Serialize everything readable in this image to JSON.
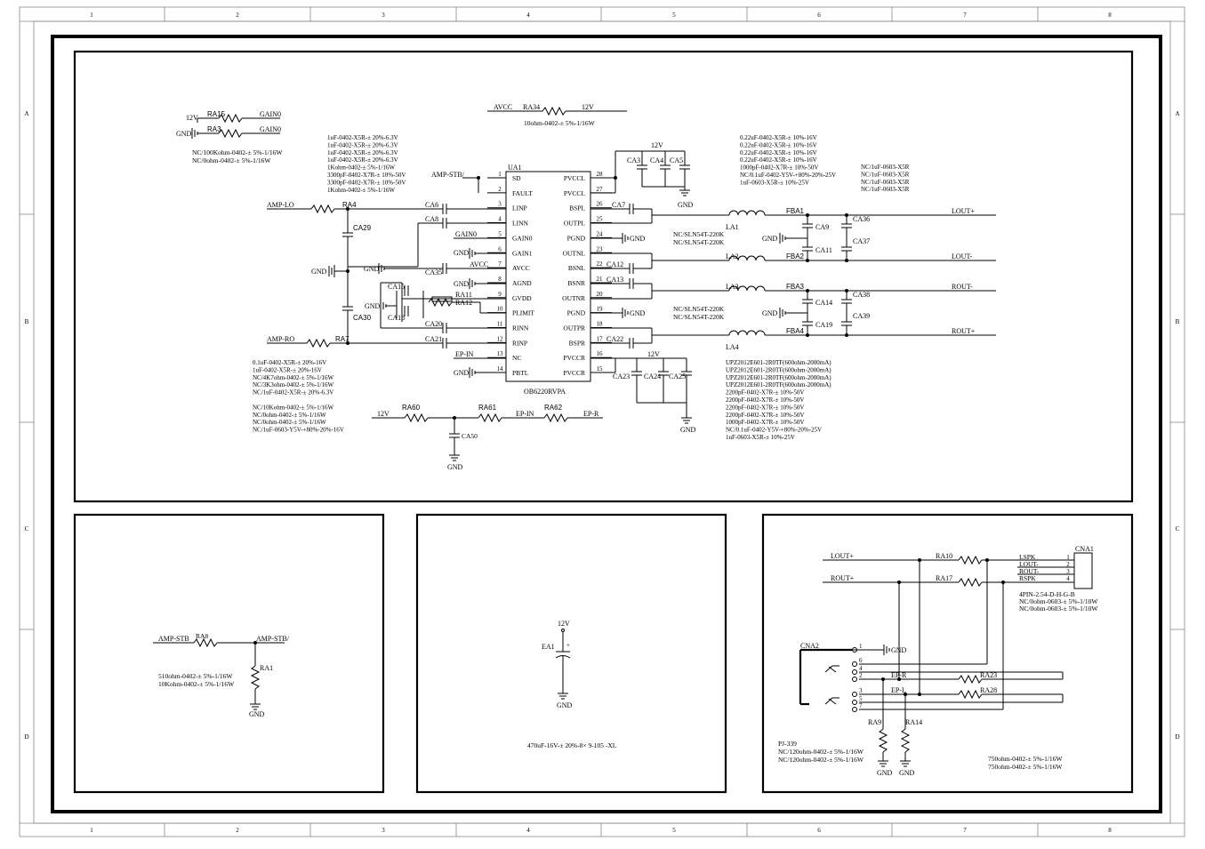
{
  "frame": {
    "columns": [
      "1",
      "2",
      "3",
      "4",
      "5",
      "6",
      "7",
      "8"
    ],
    "rows": [
      "A",
      "B",
      "C",
      "D"
    ]
  },
  "top_notes": {
    "gain_lines": [
      "12V",
      "RA15",
      "GAIN0",
      "GND",
      "RA3",
      "GAIN0"
    ],
    "gain_values": [
      "NC/100Kohm-0402-± 5%-1/16W",
      "NC/0ohm-0402-± 5%-1/16W"
    ],
    "avcc": {
      "net": "AVCC",
      "ref": "RA34",
      "supply": "12V",
      "value": "10ohm-0402-± 5%-1/16W"
    },
    "cap_list_a": [
      "1uF-0402-X5R-± 20%-6.3V",
      "1uF-0402-X5R-± 20%-6.3V",
      "1uF-0402-X5R-± 20%-6.3V",
      "1uF-0402-X5R-± 20%-6.3V",
      "1Kohm-0402-± 5%-1/16W",
      "3300pF-0402-X7R-± 10%-50V",
      "3300pF-0402-X7R-± 10%-50V",
      "1Kohm-0402-± 5%-1/16W"
    ],
    "cap_list_b": [
      "0.22uF-0402-X5R-± 10%-16V",
      "0.22uF-0402-X5R-± 10%-16V",
      "0.22uF-0402-X5R-± 10%-16V",
      "0.22uF-0402-X5R-± 10%-16V",
      "1000pF-0402-X7R-± 10%-50V",
      "NC/0.1uF-0402-Y5V-+80%-20%-25V",
      "1uF-0603-X5R-± 10%-25V"
    ],
    "cap_list_c": [
      "NC/1uF-0603-X5R",
      "NC/1uF-0603-X5R",
      "NC/1uF-0603-X5R",
      "NC/1uF-0603-X5R"
    ]
  },
  "ic": {
    "ref": "UA1",
    "part": "OB6220RVPA",
    "left_pins": [
      {
        "num": "1",
        "name": "SD"
      },
      {
        "num": "2",
        "name": "FAULT"
      },
      {
        "num": "3",
        "name": "LINP"
      },
      {
        "num": "4",
        "name": "LINN"
      },
      {
        "num": "5",
        "name": "GAIN0"
      },
      {
        "num": "6",
        "name": "GAIN1"
      },
      {
        "num": "7",
        "name": "AVCC"
      },
      {
        "num": "8",
        "name": "AGND"
      },
      {
        "num": "9",
        "name": "GVDD"
      },
      {
        "num": "10",
        "name": "PLIMIT"
      },
      {
        "num": "11",
        "name": "RINN"
      },
      {
        "num": "12",
        "name": "RINP"
      },
      {
        "num": "13",
        "name": "NC"
      },
      {
        "num": "14",
        "name": "PBTL"
      }
    ],
    "right_pins": [
      {
        "num": "28",
        "name": "PVCCL"
      },
      {
        "num": "27",
        "name": "PVCCL"
      },
      {
        "num": "26",
        "name": "BSPL"
      },
      {
        "num": "25",
        "name": "OUTPL"
      },
      {
        "num": "24",
        "name": "PGND"
      },
      {
        "num": "23",
        "name": "OUTNL"
      },
      {
        "num": "22",
        "name": "BSNL"
      },
      {
        "num": "21",
        "name": "BSNR"
      },
      {
        "num": "20",
        "name": "OUTNR"
      },
      {
        "num": "19",
        "name": "PGND"
      },
      {
        "num": "18",
        "name": "OUTPR"
      },
      {
        "num": "17",
        "name": "BSPR"
      },
      {
        "num": "16",
        "name": "PVCCR"
      },
      {
        "num": "15",
        "name": "PVCCR"
      }
    ]
  },
  "main_labels": {
    "amp_stb": "AMP-STB/",
    "amp_lo": "AMP-LO",
    "amp_ro": "AMP-RO",
    "ra4": "RA4",
    "ra7": "RA7",
    "ca6": "CA6",
    "ca8": "CA8",
    "ca29": "CA29",
    "ca30": "CA30",
    "ca35": "CA35",
    "ca15": "CA15",
    "ca18": "CA18",
    "ra11": "RA11",
    "ra12": "RA12",
    "ca20": "CA20",
    "ca21": "CA21",
    "gain0": "GAIN0",
    "avcc": "AVCC",
    "ep_in": "EP-IN",
    "gnd": "GND",
    "v12": "12V",
    "ca3": "CA3",
    "ca4": "CA4",
    "ca5": "CA5",
    "ca7": "CA7",
    "ca12": "CA12",
    "ca13": "CA13",
    "ca22": "CA22",
    "ca23": "CA23",
    "ca24": "CA24",
    "ca25": "CA25",
    "fba1": "FBA1",
    "fba2": "FBA2",
    "fba3": "FBA3",
    "fba4": "FBA4",
    "la1": "LA1",
    "la2": "LA2",
    "la3": "LA3",
    "la4": "LA4",
    "ca9": "CA9",
    "ca11": "CA11",
    "ca14": "CA14",
    "ca19": "CA19",
    "ca36": "CA36",
    "ca37": "CA37",
    "ca38": "CA38",
    "ca39": "CA39",
    "lout_p": "LOUT+",
    "lout_n": "LOUT-",
    "rout_n": "ROUT-",
    "rout_p": "ROUT+",
    "nc_sln": "NC/SLN54T-220K",
    "ra60": "RA60",
    "ra61": "RA61",
    "ra62": "RA62",
    "ep_r": "EP-R",
    "ca50": "CA50"
  },
  "left_bottom_values": [
    "0.1uF-0402-X5R-± 20%-16V",
    "1uF-0402-X5R-± 20%-16V",
    "NC/4K7ohm-0402-± 5%-1/16W",
    "NC/3K3ohm-0402-± 5%-1/16W",
    "NC/1uF-0402-X5R-± 20%-6.3V",
    "",
    "NC/10Kohm-0402-± 5%-1/16W",
    "NC/0ohm-0402-± 5%-1/16W",
    "NC/0ohm-0402-± 5%-1/16W",
    "NC/1uF-0603-Y5V-+80%-20%-16V"
  ],
  "right_bottom_values": [
    "UPZ2012E601-2R0TF(600ohm-2000mA)",
    "UPZ2012E601-2R0TF(600ohm-2000mA)",
    "UPZ2012E601-2R0TF(600ohm-2000mA)",
    "UPZ2012E601-2R0TF(600ohm-2000mA)",
    "2200pF-0402-X7R-± 10%-50V",
    "2200pF-0402-X7R-± 10%-50V",
    "2200pF-0402-X7R-± 10%-50V",
    "2200pF-0402-X7R-± 10%-50V",
    "1000pF-0402-X7R-± 10%-50V",
    "NC/0.1uF-0402-Y5V-+80%-20%-25V",
    "1uF-0603-X5R-± 10%-25V"
  ],
  "panel1": {
    "net_in": "AMP-STB",
    "ref_ra8": "RA8",
    "net_out": "AMP-STB/",
    "ref_ra1": "RA1",
    "gnd": "GND",
    "values": [
      "510ohm-0402-± 5%-1/16W",
      "10Kohm-0402-± 5%-1/16W"
    ]
  },
  "panel2": {
    "supply": "12V",
    "ref": "EA1",
    "plus": "+",
    "gnd": "GND",
    "value": "470uF-16V-± 20%-8× 9-105   -XL"
  },
  "panel3": {
    "lout_p": "LOUT+",
    "rout_p": "ROUT+",
    "ra10": "RA10",
    "ra17": "RA17",
    "cna1": "CNA1",
    "conn_pins": [
      {
        "name": "LSPK",
        "num": "1"
      },
      {
        "name": "LOUT-",
        "num": "2"
      },
      {
        "name": "ROUT-",
        "num": "3"
      },
      {
        "name": "RSPK",
        "num": "4"
      }
    ],
    "cna1_values": [
      "4PIN-2.54-D-H-G-B",
      "NC/0ohm-0603-± 5%-1/10W",
      "NC/0ohm-0603-± 5%-1/10W"
    ],
    "cna2": "CNA2",
    "jack_pins": [
      "1",
      "6",
      "4",
      "2",
      "3",
      "5",
      "7"
    ],
    "gnd": "GND",
    "ep_r": "EP-R",
    "ep_l": "EP-L",
    "ra23": "RA23",
    "ra28": "RA28",
    "ra9": "RA9",
    "ra14": "RA14",
    "pj_values": [
      "PJ-339",
      "NC/120ohm-0402-± 5%-1/16W",
      "NC/120ohm-0402-± 5%-1/16W"
    ],
    "res_values": [
      "750ohm-0402-± 5%-1/16W",
      "750ohm-0402-± 5%-1/16W"
    ]
  }
}
